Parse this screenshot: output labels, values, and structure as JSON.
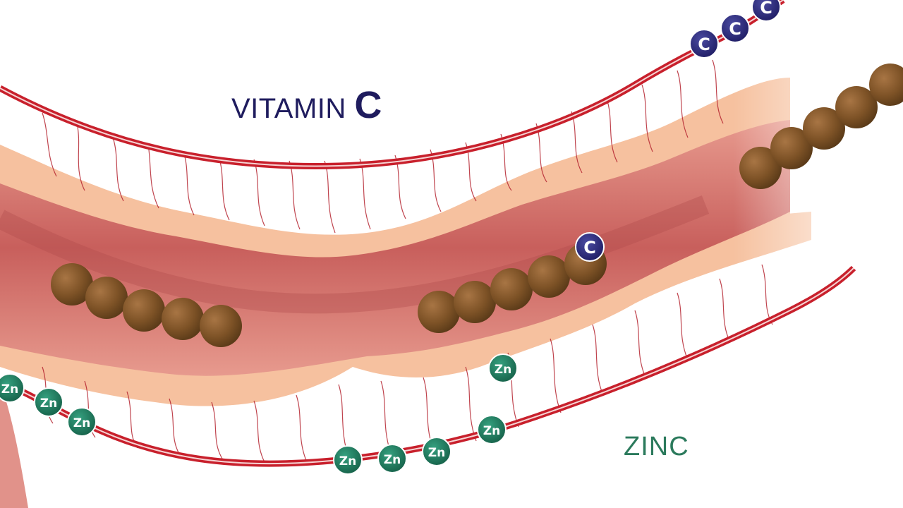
{
  "labels": {
    "vitamin_word": "VITAMIN",
    "vitamin_letter": "C",
    "zinc": "ZINC"
  },
  "molecules": {
    "vitamin_c_symbol": "C",
    "zinc_symbol": "Zn"
  },
  "colors": {
    "blood_vessel": "#c8202c",
    "intestine_tissue": "#d97a76",
    "intestine_dark": "#a83b3b",
    "villi_border": "#f8c6a4",
    "food_particle": "#8a5a2b",
    "vitamin_c_molecule": "#2a2a7a",
    "zinc_molecule": "#1d7a5e",
    "vitamin_text": "#1f1c5e",
    "zinc_text": "#2b7a5c"
  },
  "icons": [
    "vitamin-c-molecule-icon",
    "zinc-molecule-icon",
    "food-particle-icon"
  ]
}
